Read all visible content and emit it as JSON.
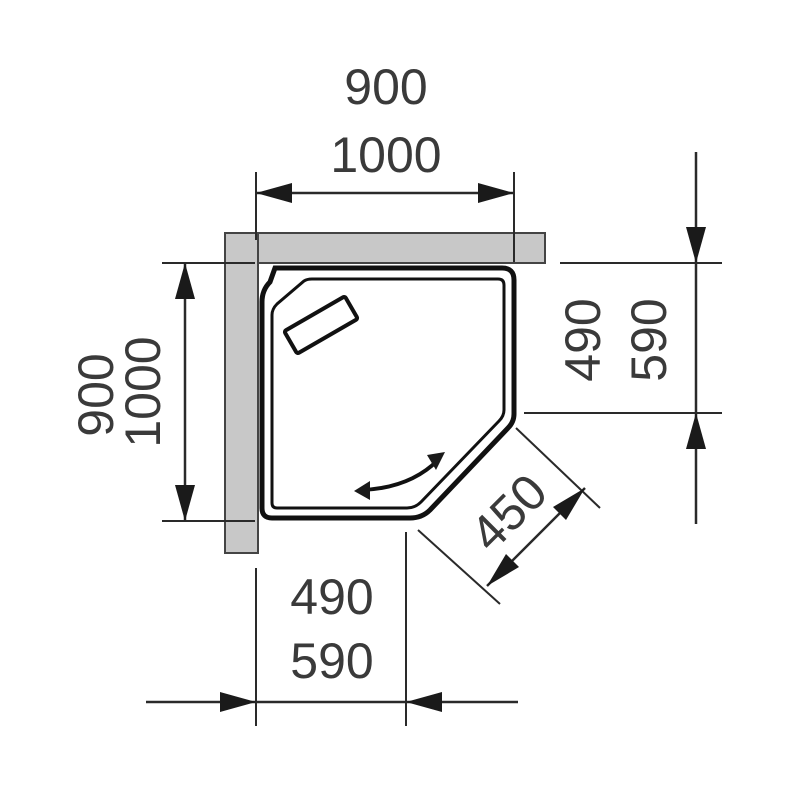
{
  "dimensions": {
    "top_width_a": "900",
    "top_width_b": "1000",
    "left_depth_a": "900",
    "left_depth_b": "1000",
    "right_side_a": "490",
    "right_side_b": "590",
    "bottom_side_a": "490",
    "bottom_side_b": "590",
    "diagonal": "450"
  },
  "colors": {
    "wall_fill": "#c8c8c8",
    "line": "#2a2a2a",
    "text": "#3a3a3a"
  }
}
